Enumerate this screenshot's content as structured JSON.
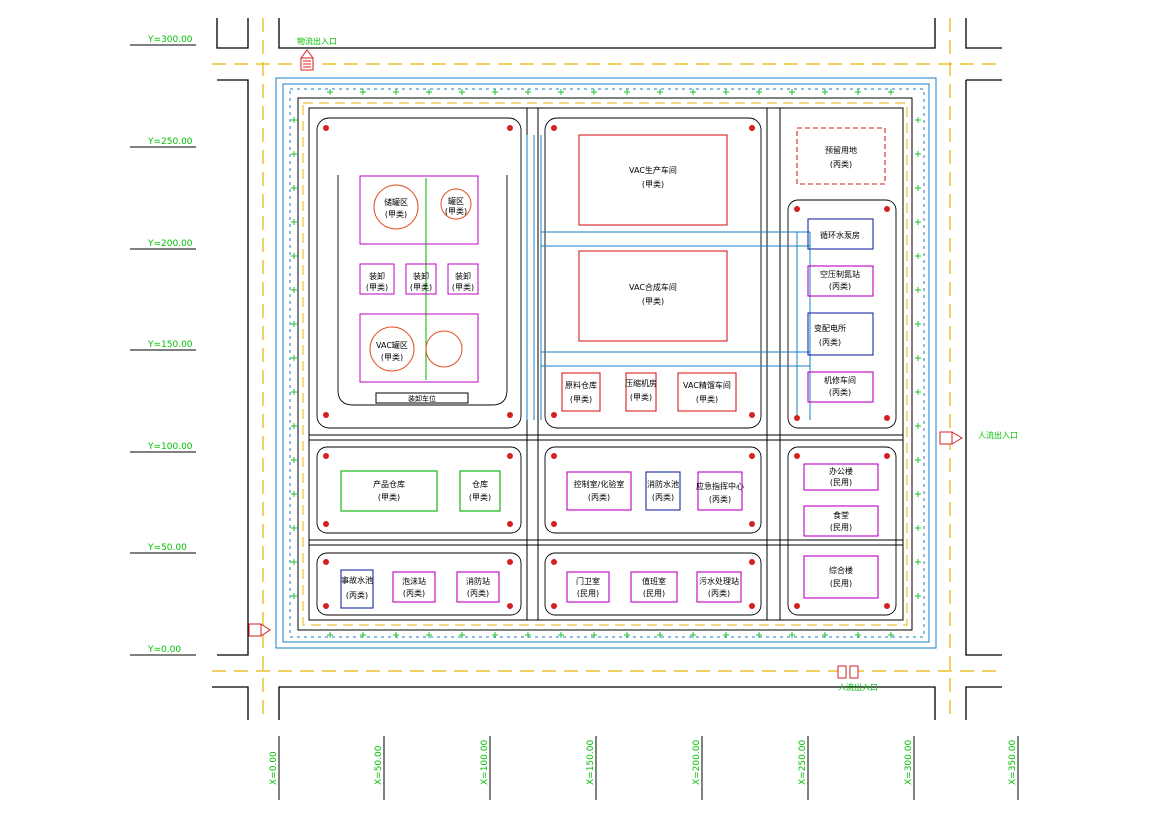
{
  "colors": {
    "background": "#ffffff",
    "road_edge": "#000000",
    "road_center": "#e8b400",
    "pipe": "#1a7fc4",
    "building_red": "#d42020",
    "building_magenta": "#c000c0",
    "building_blue": "#1a2aa0",
    "building_green": "#00b000",
    "annotation_cyan": "#00c8d8",
    "axis_label": "#00c000",
    "tree": "#22c030"
  },
  "y_axis": [
    "Y=300.00",
    "Y=250.00",
    "Y=200.00",
    "Y=150.00",
    "Y=100.00",
    "Y=50.00",
    "Y=0.00"
  ],
  "x_axis": [
    "X=0.00",
    "X=50.00",
    "X=100.00",
    "X=150.00",
    "X=200.00",
    "X=250.00",
    "X=300.00",
    "X=350.00"
  ],
  "gates": {
    "north": "物流出入口",
    "east": "人流出入口",
    "south_east": "人流出入口"
  },
  "buildings": {
    "tank_a": {
      "name": "储罐区",
      "sub": "(甲类)"
    },
    "tank_b": {
      "name": "罐区",
      "sub": "(甲类)"
    },
    "small_1": {
      "name": "装卸",
      "sub": "(甲类)"
    },
    "small_2": {
      "name": "装卸",
      "sub": "(甲类)"
    },
    "small_3": {
      "name": "装卸",
      "sub": "(甲类)"
    },
    "vac_tank": {
      "name": "VAC罐区",
      "sub": "(甲类)"
    },
    "vac_plant_1": {
      "name": "VAC生产车间",
      "sub": "(甲类)"
    },
    "vac_plant_2": {
      "name": "VAC合成车间",
      "sub": "(甲类)"
    },
    "vac_small_1": {
      "name": "原料仓库",
      "sub": "(甲类)"
    },
    "vac_small_2": {
      "name": "压缩机房",
      "sub": "(甲类)"
    },
    "vac_small_3": {
      "name": "VAC精馏车间",
      "sub": "(甲类)"
    },
    "top_right": {
      "name": "预留用地",
      "sub": "(丙类)"
    },
    "right_1": {
      "name": "循环水泵房",
      "sub": ""
    },
    "right_2": {
      "name": "空压制氮站",
      "sub": "(丙类)"
    },
    "right_3": {
      "name": "变配电所",
      "sub": "(丙类)"
    },
    "right_4": {
      "name": "机修车间",
      "sub": "(丙类)"
    },
    "product_wh": {
      "name": "产品仓库",
      "sub": "(甲类)"
    },
    "cabinet": {
      "name": "仓库",
      "sub": "(甲类)"
    },
    "mid_1": {
      "name": "控制室/化验室",
      "sub": "(丙类)"
    },
    "mid_2": {
      "name": "消防水池",
      "sub": "(丙类)"
    },
    "mid_3": {
      "name": "应急指挥中心",
      "sub": "(丙类)"
    },
    "right_5": {
      "name": "办公楼",
      "sub": "(民用)"
    },
    "right_6": {
      "name": "食堂",
      "sub": "(民用)"
    },
    "right_7": {
      "name": "综合楼",
      "sub": "(民用)"
    },
    "bottom_1": {
      "name": "事故水池",
      "sub": "(丙类)"
    },
    "bottom_2": {
      "name": "泡沫站",
      "sub": "(丙类)"
    },
    "bottom_3": {
      "name": "消防站",
      "sub": "(丙类)"
    },
    "bottom_4": {
      "name": "门卫室",
      "sub": "(民用)"
    },
    "bottom_5": {
      "name": "值班室",
      "sub": "(民用)"
    },
    "bottom_6": {
      "name": "污水处理站",
      "sub": "(丙类)"
    }
  },
  "road_labels": {
    "loading_bay": "装卸车位"
  }
}
